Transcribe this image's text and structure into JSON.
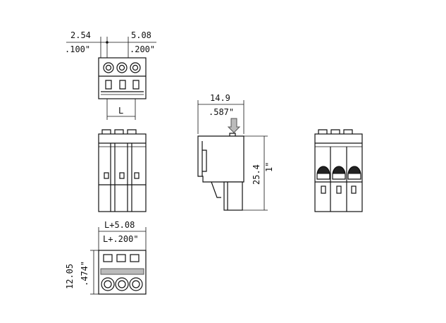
{
  "dimensions": {
    "pitch_mm": "2.54",
    "pitch_in": ".100\"",
    "pitch2_mm": "5.08",
    "pitch2_in": ".200\"",
    "length_label": "L",
    "depth_mm": "14.9",
    "depth_in": ".587\"",
    "height_mm": "25.4",
    "height_in": "1\"",
    "overall_mm": "L+5.08",
    "overall_in": "L+.200\"",
    "width_mm": "12.05",
    "width_in": ".474\""
  }
}
